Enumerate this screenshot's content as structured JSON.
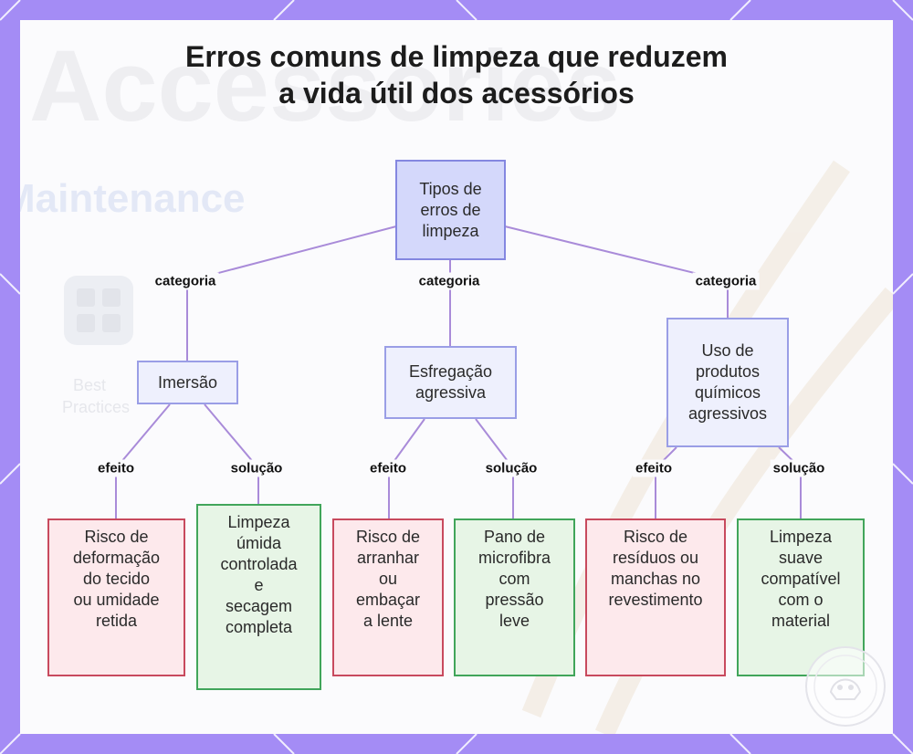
{
  "title": {
    "line1": "Erros comuns de limpeza que reduzem",
    "line2": "a vida útil dos acessórios"
  },
  "background_watermark": {
    "word1": "Accessories",
    "word2": "Maintenance",
    "caption1": "Best",
    "caption2": "Practices"
  },
  "root": {
    "lines": [
      "Tipos de",
      "erros de",
      "limpeza"
    ]
  },
  "edge_labels": {
    "categoria": "categoria",
    "efeito": "efeito",
    "solucao": "solução"
  },
  "categories": [
    {
      "lines": [
        "Imersão"
      ],
      "effect": {
        "lines": [
          "Risco de",
          "deformação",
          "do tecido",
          "ou umidade",
          "retida"
        ]
      },
      "solution": {
        "lines": [
          "Limpeza",
          "úmida",
          "controlada",
          "e",
          "secagem",
          "completa"
        ]
      }
    },
    {
      "lines": [
        "Esfregação",
        "agressiva"
      ],
      "effect": {
        "lines": [
          "Risco de",
          "arranhar",
          "ou",
          "embaçar",
          "a lente"
        ]
      },
      "solution": {
        "lines": [
          "Pano de",
          "microfibra",
          "com",
          "pressão",
          "leve"
        ]
      }
    },
    {
      "lines": [
        "Uso de",
        "produtos",
        "químicos",
        "agressivos"
      ],
      "effect": {
        "lines": [
          "Risco de",
          "resíduos ou",
          "manchas no",
          "revestimento"
        ]
      },
      "solution": {
        "lines": [
          "Limpeza",
          "suave",
          "compatível",
          "com o",
          "material"
        ]
      }
    }
  ],
  "colors": {
    "frame": "#a48cf5",
    "root_fill": "#d4d8fb",
    "category_fill": "#eef0fd",
    "effect_border": "#c84a5e",
    "solution_border": "#41a55a",
    "edge": "#a98bd9"
  }
}
